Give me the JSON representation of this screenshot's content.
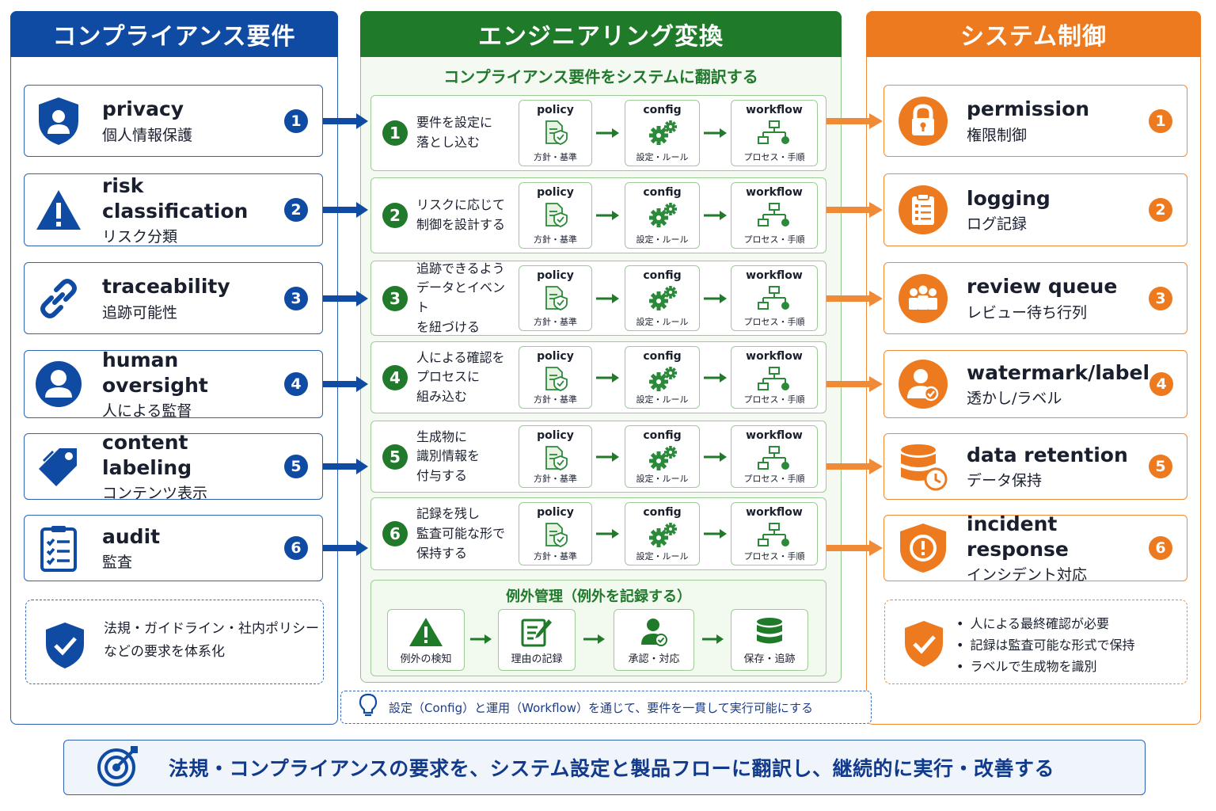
{
  "columns": {
    "left": {
      "title": "コンプライアンス要件"
    },
    "middle": {
      "title": "エンジニアリング変換",
      "subtitle": "コンプライアンス要件をシステムに翻訳する"
    },
    "right": {
      "title": "システム制御"
    }
  },
  "requirements": [
    {
      "num": "1",
      "en": "privacy",
      "ja": "個人情報保護",
      "icon": "privacy-shield-icon"
    },
    {
      "num": "2",
      "en": "risk classification",
      "ja": "リスク分類",
      "icon": "warning-icon"
    },
    {
      "num": "3",
      "en": "traceability",
      "ja": "追跡可能性",
      "icon": "link-icon"
    },
    {
      "num": "4",
      "en": "human oversight",
      "ja": "人による監督",
      "icon": "user-icon"
    },
    {
      "num": "5",
      "en": "content labeling",
      "ja": "コンテンツ表示",
      "icon": "tag-icon"
    },
    {
      "num": "6",
      "en": "audit",
      "ja": "監査",
      "icon": "checklist-icon"
    }
  ],
  "steps": [
    {
      "num": "1",
      "text": "要件を設定に\n落とし込む"
    },
    {
      "num": "2",
      "text": "リスクに応じて\n制御を設計する"
    },
    {
      "num": "3",
      "text": "追跡できるよう\nデータとイベント\nを紐づける"
    },
    {
      "num": "4",
      "text": "人による確認を\nプロセスに\n組み込む"
    },
    {
      "num": "5",
      "text": "生成物に\n識別情報を\n付与する"
    },
    {
      "num": "6",
      "text": "記録を残し\n監査可能な形で\n保持する"
    }
  ],
  "step_boxes": {
    "policy": {
      "title": "policy",
      "sub": "方針・基準"
    },
    "config": {
      "title": "config",
      "sub": "設定・ルール"
    },
    "workflow": {
      "title": "workflow",
      "sub": "プロセス・手順"
    }
  },
  "exception": {
    "title": "例外管理（例外を記録する）",
    "items": [
      {
        "label": "例外の検知",
        "icon": "warning-icon"
      },
      {
        "label": "理由の記録",
        "icon": "edit-icon"
      },
      {
        "label": "承認・対応",
        "icon": "user-check-icon"
      },
      {
        "label": "保存・追跡",
        "icon": "database-icon"
      }
    ]
  },
  "controls": [
    {
      "num": "1",
      "en": "permission",
      "ja": "権限制御",
      "icon": "lock-icon"
    },
    {
      "num": "2",
      "en": "logging",
      "ja": "ログ記録",
      "icon": "clipboard-icon"
    },
    {
      "num": "3",
      "en": "review queue",
      "ja": "レビュー待ち行列",
      "icon": "team-icon"
    },
    {
      "num": "4",
      "en": "watermark/label",
      "ja": "透かし/ラベル",
      "icon": "user-check-icon"
    },
    {
      "num": "5",
      "en": "data retention",
      "ja": "データ保持",
      "icon": "database-clock-icon"
    },
    {
      "num": "6",
      "en": "incident response",
      "ja": "インシデント対応",
      "icon": "alert-shield-icon"
    }
  ],
  "left_note": "法規・ガイドライン・社内ポリシー\nなどの要求を体系化",
  "right_note": [
    "人による最終確認が必要",
    "記録は監査可能な形式で保持",
    "ラベルで生成物を識別"
  ],
  "tip": "設定（Config）と運用（Workflow）を通じて、要件を一貫して実行可能にする",
  "footer": "法規・コンプライアンスの要求を、システム設定と製品フローに翻訳し、継続的に実行・改善する",
  "colors": {
    "blue": "#0f4aa3",
    "green": "#1f7a2a",
    "orange": "#ee7a1f"
  }
}
